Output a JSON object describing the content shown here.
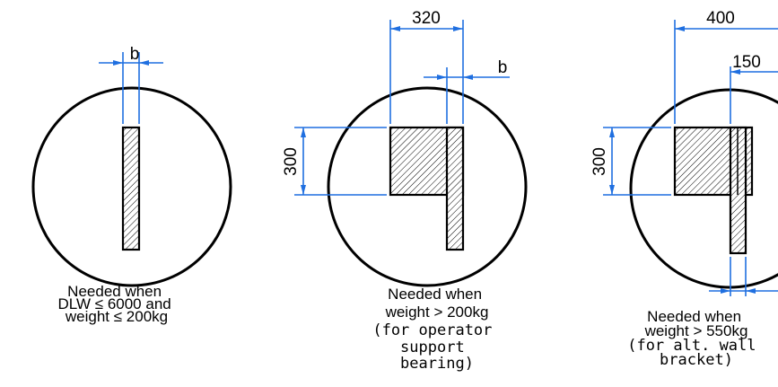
{
  "diagram_1": {
    "dim_b": "b",
    "caption": [
      "Needed when",
      "DLW ≤ 6000 and",
      "weight ≤  200kg"
    ]
  },
  "diagram_2": {
    "dim_width": "320",
    "dim_b": "b",
    "dim_height": "300",
    "caption": [
      "Needed when",
      "weight > 200kg",
      "(for operator",
      "support",
      "bearing)"
    ]
  },
  "diagram_3": {
    "dim_width": "400",
    "dim_inner": "150",
    "dim_height": "300",
    "caption": [
      "Needed when",
      "weight > 550kg",
      "(for alt. wall",
      "bracket)"
    ]
  },
  "colors": {
    "dimension_lines": "#1f6fe0",
    "outline": "#000000"
  }
}
